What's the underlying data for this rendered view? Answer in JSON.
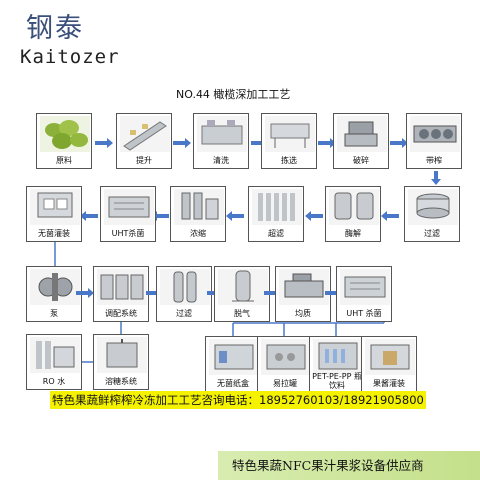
{
  "logo": {
    "chinese": "钢泰",
    "english": "Kaitozer"
  },
  "title": "NO.44  橄榄深加工工艺",
  "steps": {
    "raw": "原料",
    "lift": "提升",
    "wash": "清洗",
    "sort": "拣选",
    "crush": "破碎",
    "press": "带榨",
    "filter1": "过滤",
    "enzyme": "酶解",
    "ultrafilter": "超滤",
    "concentrate": "浓缩",
    "uht1": "UHT杀菌",
    "aseptic": "无菌灌装",
    "pump": "泵",
    "blend": "调配系统",
    "filter2": "过滤",
    "degas": "脱气",
    "homogenize": "均质",
    "uht2": "UHT 杀菌",
    "ro": "RO 水",
    "sugar": "溶糖系统",
    "carton": "无菌纸盒",
    "can": "易拉罐",
    "pet": "PET-PE-PP 瓶饮料",
    "bulk": "果酱灌装"
  },
  "hotline": "特色果蔬鲜榨榨冷冻加工工艺咨询电话：18952760103/18921905800",
  "supplier": "特色果蔬NFC果汁果浆设备供应商"
}
